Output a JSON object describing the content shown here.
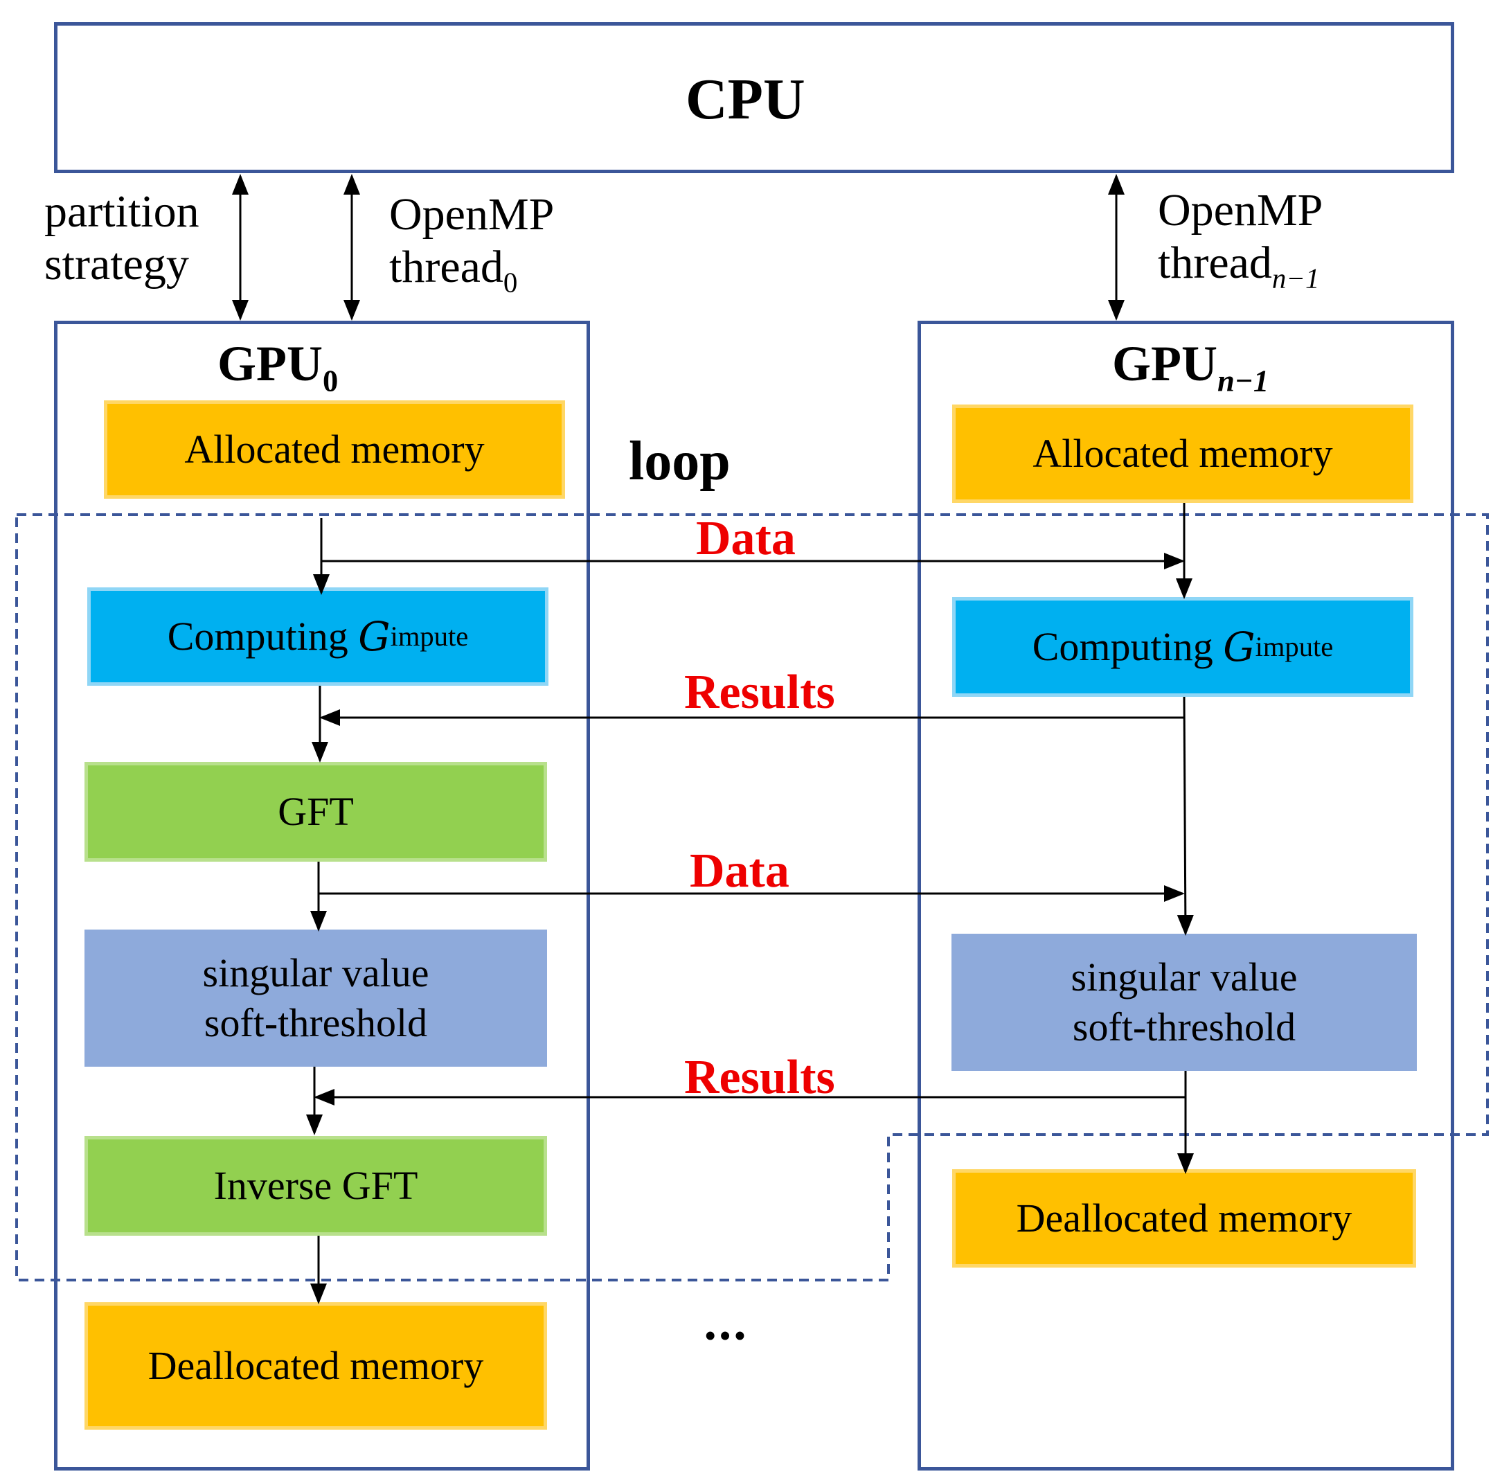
{
  "cpu": {
    "label": "CPU"
  },
  "links": {
    "partition_line1": "partition",
    "partition_line2": "strategy",
    "thread0_line1": "OpenMP",
    "thread0_line2": "thread",
    "thread0_sub": "0",
    "threadn_line1": "OpenMP",
    "threadn_line2": "thread",
    "threadn_sub": "n−1"
  },
  "gpu0": {
    "title": "GPU",
    "title_sub": "0",
    "allocated": "Allocated memory",
    "computing": "Computing",
    "computing_symbol": "G",
    "computing_sup": "impute",
    "gft": "GFT",
    "svt_line1": "singular value",
    "svt_line2": "soft-threshold",
    "inverse": "Inverse GFT",
    "deallocated": "Deallocated memory"
  },
  "gpun": {
    "title": "GPU",
    "title_sub": "n−1",
    "allocated": "Allocated memory",
    "computing": "Computing",
    "computing_symbol": "G",
    "computing_sup": "impute",
    "svt_line1": "singular value",
    "svt_line2": "soft-threshold",
    "deallocated": "Deallocated memory"
  },
  "loop_label": "loop",
  "exchange": {
    "data1": "Data",
    "results1": "Results",
    "data2": "Data",
    "results2": "Results"
  },
  "ellipsis": "•••",
  "colors": {
    "frame": "#3b5699",
    "memory": "#ffc000",
    "compute": "#00b0f0",
    "gft": "#92d050",
    "svt": "#8eaadb",
    "exchange_label": "#ee0000"
  }
}
